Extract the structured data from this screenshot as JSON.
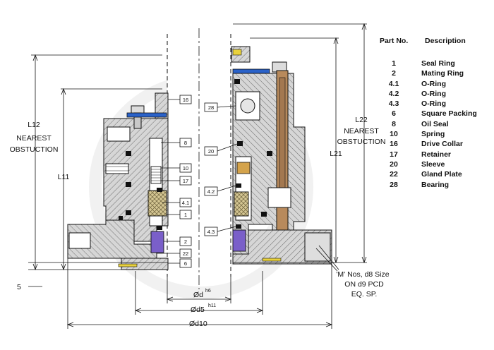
{
  "drawing": {
    "left_dimension": [
      "L12",
      "NEAREST",
      "OBSTUCTION"
    ],
    "left_inner_dimension": "L11",
    "right_dimension": [
      "L22",
      "NEAREST",
      "OBSTUCTION"
    ],
    "right_inner_dimension": "L21",
    "bottom_left_dimension": "5",
    "diameter_labels": [
      "Ød",
      "Ød5",
      "Ød10"
    ],
    "diameter_superscripts": [
      "h6",
      "h11",
      ""
    ],
    "bolt_note": [
      "'M' Nos, d8 Size",
      "ON d9 PCD",
      "EQ. SP."
    ],
    "part_tags_left": [
      "16",
      "8",
      "10",
      "17",
      "4.1",
      "1",
      "2",
      "22",
      "6"
    ],
    "part_tags_right": [
      "28",
      "20",
      "4.2",
      "4.3"
    ]
  },
  "parts_table": {
    "header": {
      "part_no": "Part No.",
      "description": "Description"
    },
    "rows": [
      {
        "no": "1",
        "desc": "Seal Ring"
      },
      {
        "no": "2",
        "desc": "Mating Ring"
      },
      {
        "no": "4.1",
        "desc": "O-Ring"
      },
      {
        "no": "4.2",
        "desc": "O-Ring"
      },
      {
        "no": "4.3",
        "desc": "O-Ring"
      },
      {
        "no": "6",
        "desc": "Square Packing"
      },
      {
        "no": "8",
        "desc": "Oil Seal"
      },
      {
        "no": "10",
        "desc": "Spring"
      },
      {
        "no": "16",
        "desc": "Drive Collar"
      },
      {
        "no": "17",
        "desc": "Retainer"
      },
      {
        "no": "20",
        "desc": "Sleeve"
      },
      {
        "no": "22",
        "desc": "Gland Plate"
      },
      {
        "no": "28",
        "desc": "Bearing"
      }
    ]
  },
  "colors": {
    "steel_hatch": "#cfcfcf",
    "line": "#111111",
    "blue_gasket": "#2a62c9",
    "yellow_band": "#e9d23c",
    "violet_ring": "#7a5fc9",
    "tan_bellows": "#d4c693",
    "bronze_plate": "#b88a5c",
    "watermark": "#ececec"
  }
}
